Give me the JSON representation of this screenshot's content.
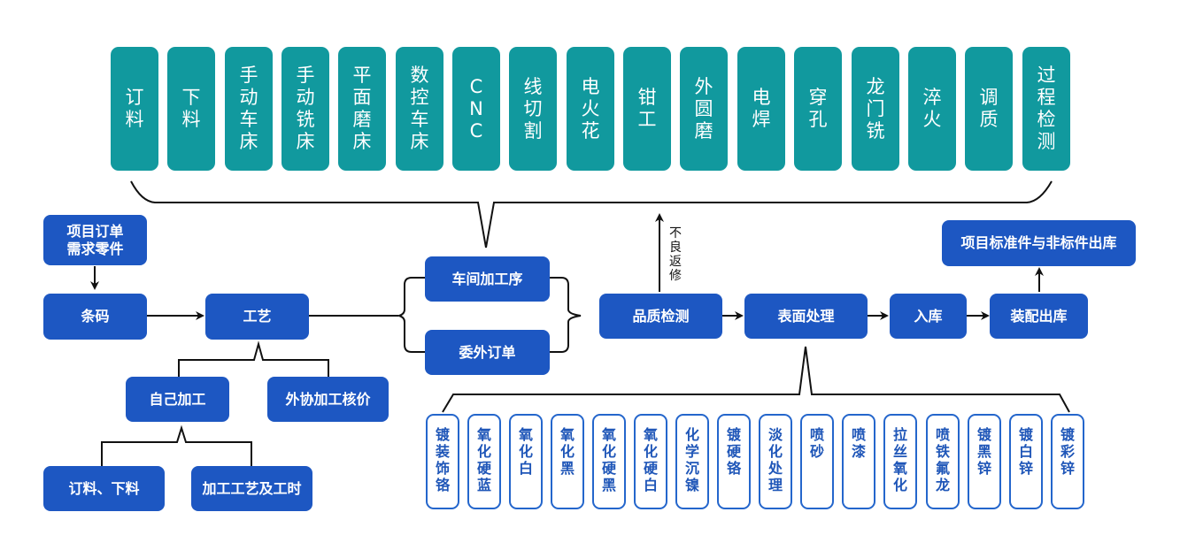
{
  "processes": [
    {
      "label": "订料"
    },
    {
      "label": "下料"
    },
    {
      "label": "手动车床"
    },
    {
      "label": "手动铣床"
    },
    {
      "label": "平面磨床"
    },
    {
      "label": "数控车床"
    },
    {
      "label": "CNC"
    },
    {
      "label": "线切割"
    },
    {
      "label": "电火花"
    },
    {
      "label": "钳工"
    },
    {
      "label": "外圆磨"
    },
    {
      "label": "电焊"
    },
    {
      "label": "穿孔"
    },
    {
      "label": "龙门铣"
    },
    {
      "label": "淬火"
    },
    {
      "label": "调质"
    },
    {
      "label": "过程检测"
    }
  ],
  "nodes": {
    "project_order": "项目订单需求零件",
    "barcode": "条码",
    "craft": "工艺",
    "self_process": "自己加工",
    "outsource_price": "外协加工核价",
    "order_cut": "订料、下料",
    "craft_time": "加工工艺及工时",
    "workshop": "车间加工序",
    "outsource_order": "委外订单",
    "quality": "品质检测",
    "surface": "表面处理",
    "warehouse_in": "入库",
    "assembly_out": "装配出库",
    "project_out": "项目标准件与非标件出库"
  },
  "rework_label": "不良返修",
  "surface_treatments": [
    {
      "label": "镀装饰铬"
    },
    {
      "label": "氧化硬蓝"
    },
    {
      "label": "氧化白"
    },
    {
      "label": "氧化黑"
    },
    {
      "label": "氧化硬黑"
    },
    {
      "label": "氧化硬白"
    },
    {
      "label": "化学沉镍"
    },
    {
      "label": "镀硬铬"
    },
    {
      "label": "淡化处理"
    },
    {
      "label": "喷砂"
    },
    {
      "label": "喷漆"
    },
    {
      "label": "拉丝氧化"
    },
    {
      "label": "喷铁氟龙"
    },
    {
      "label": "镀黑锌"
    },
    {
      "label": "镀白锌"
    },
    {
      "label": "镀彩锌"
    }
  ],
  "colors": {
    "process_fill": "#11999e",
    "node_fill": "#1d57c2",
    "treatment_border": "#2466cc",
    "line": "#111111"
  }
}
